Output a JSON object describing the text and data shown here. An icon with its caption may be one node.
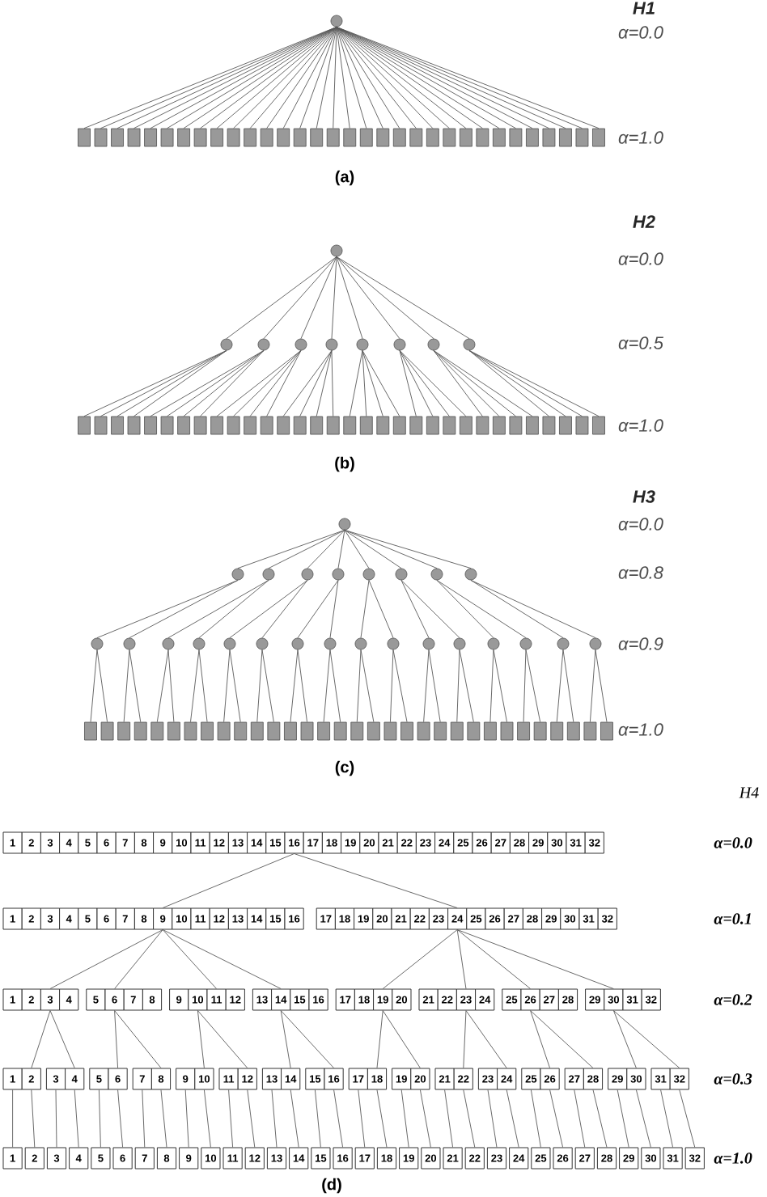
{
  "diagram": {
    "nodes": [
      {
        "text": [],
        "shape": "circle"
      },
      {
        "text": [],
        "shape": "box"
      },
      {
        "text": [],
        "shape": "box"
      },
      {
        "text": [],
        "shape": "box"
      },
      {
        "text": [],
        "shape": "box"
      },
      {
        "text": [],
        "shape": "box"
      },
      {
        "text": [],
        "shape": "box"
      },
      {
        "text": [],
        "shape": "box"
      },
      {
        "text": [],
        "shape": "box"
      },
      {
        "text": [],
        "shape": "box"
      },
      {
        "text": [],
        "shape": "box"
      },
      {
        "text": [],
        "shape": "box"
      },
      {
        "text": [],
        "shape": "box"
      },
      {
        "text": [],
        "shape": "box"
      },
      {
        "text": [],
        "shape": "box"
      },
      {
        "text": [],
        "shape": "box"
      },
      {
        "text": [],
        "shape": "box"
      },
      {
        "text": [],
        "shape": "box"
      },
      {
        "text": [],
        "shape": "box"
      },
      {
        "text": [],
        "shape": "box"
      },
      {
        "text": [],
        "shape": "box"
      },
      {
        "text": [],
        "shape": "box"
      },
      {
        "text": [],
        "shape": "box"
      },
      {
        "text": [],
        "shape": "box"
      },
      {
        "text": [],
        "shape": "box"
      },
      {
        "text": [],
        "shape": "box"
      },
      {
        "text": [],
        "shape": "box"
      },
      {
        "text": [],
        "shape": "box"
      },
      {
        "text": [],
        "shape": "box"
      },
      {
        "text": [],
        "shape": "box"
      },
      {
        "text": [],
        "shape": "box"
      },
      {
        "text": [],
        "shape": "box"
      },
      {
        "text": [],
        "shape": "box"
      },
      {
        "text": [],
        "shape": "circle"
      },
      {
        "text": [],
        "shape": "circle"
      },
      {
        "text": [],
        "shape": "circle"
      },
      {
        "text": [],
        "shape": "circle"
      },
      {
        "text": [],
        "shape": "circle"
      },
      {
        "text": [],
        "shape": "circle"
      },
      {
        "text": [],
        "shape": "circle"
      },
      {
        "text": [],
        "shape": "circle"
      },
      {
        "text": [],
        "shape": "circle"
      },
      {
        "text": [],
        "shape": "box"
      },
      {
        "text": [],
        "shape": "box"
      },
      {
        "text": [],
        "shape": "box"
      },
      {
        "text": [],
        "shape": "box"
      },
      {
        "text": [],
        "shape": "box"
      },
      {
        "text": [],
        "shape": "box"
      },
      {
        "text": [],
        "shape": "box"
      },
      {
        "text": [],
        "shape": "box"
      },
      {
        "text": [],
        "shape": "box"
      },
      {
        "text": [],
        "shape": "box"
      },
      {
        "text": [],
        "shape": "box"
      },
      {
        "text": [],
        "shape": "box"
      },
      {
        "text": [],
        "shape": "box"
      },
      {
        "text": [],
        "shape": "box"
      },
      {
        "text": [],
        "shape": "box"
      },
      {
        "text": [],
        "shape": "box"
      },
      {
        "text": [],
        "shape": "box"
      },
      {
        "text": [],
        "shape": "box"
      },
      {
        "text": [],
        "shape": "box"
      },
      {
        "text": [],
        "shape": "box"
      },
      {
        "text": [],
        "shape": "box"
      },
      {
        "text": [],
        "shape": "box"
      },
      {
        "text": [],
        "shape": "box"
      },
      {
        "text": [],
        "shape": "box"
      },
      {
        "text": [],
        "shape": "box"
      },
      {
        "text": [],
        "shape": "box"
      },
      {
        "text": [],
        "shape": "box"
      },
      {
        "text": [],
        "shape": "box"
      },
      {
        "text": [],
        "shape": "box"
      },
      {
        "text": [],
        "shape": "box"
      },
      {
        "text": [],
        "shape": "box"
      },
      {
        "text": [],
        "shape": "box"
      },
      {
        "text": [],
        "shape": "circle"
      },
      {
        "text": [],
        "shape": "circle"
      },
      {
        "text": [],
        "shape": "circle"
      },
      {
        "text": [],
        "shape": "circle"
      },
      {
        "text": [],
        "shape": "circle"
      },
      {
        "text": [],
        "shape": "circle"
      },
      {
        "text": [],
        "shape": "circle"
      },
      {
        "text": [],
        "shape": "circle"
      },
      {
        "text": [],
        "shape": "circle"
      },
      {
        "text": [],
        "shape": "circle"
      },
      {
        "text": [],
        "shape": "circle"
      },
      {
        "text": [],
        "shape": "circle"
      },
      {
        "text": [],
        "shape": "circle"
      },
      {
        "text": [],
        "shape": "circle"
      },
      {
        "text": [],
        "shape": "circle"
      },
      {
        "text": [],
        "shape": "circle"
      },
      {
        "text": [],
        "shape": "circle"
      },
      {
        "text": [],
        "shape": "circle"
      },
      {
        "text": [],
        "shape": "circle"
      },
      {
        "text": [],
        "shape": "circle"
      },
      {
        "text": [],
        "shape": "circle"
      },
      {
        "text": [],
        "shape": "circle"
      },
      {
        "text": [],
        "shape": "circle"
      },
      {
        "text": [],
        "shape": "circle"
      },
      {
        "text": [],
        "shape": "circle"
      },
      {
        "text": [],
        "shape": "box"
      },
      {
        "text": [],
        "shape": "box"
      },
      {
        "text": [],
        "shape": "box"
      },
      {
        "text": [],
        "shape": "box"
      },
      {
        "text": [],
        "shape": "box"
      },
      {
        "text": [],
        "shape": "box"
      },
      {
        "text": [],
        "shape": "box"
      },
      {
        "text": [],
        "shape": "box"
      },
      {
        "text": [],
        "shape": "box"
      },
      {
        "text": [],
        "shape": "box"
      },
      {
        "text": [],
        "shape": "box"
      },
      {
        "text": [],
        "shape": "box"
      },
      {
        "text": [],
        "shape": "box"
      },
      {
        "text": [],
        "shape": "box"
      },
      {
        "text": [],
        "shape": "box"
      },
      {
        "text": [],
        "shape": "box"
      },
      {
        "text": [],
        "shape": "box"
      },
      {
        "text": [],
        "shape": "box"
      },
      {
        "text": [],
        "shape": "box"
      },
      {
        "text": [],
        "shape": "box"
      },
      {
        "text": [],
        "shape": "box"
      },
      {
        "text": [],
        "shape": "box"
      },
      {
        "text": [],
        "shape": "box"
      },
      {
        "text": [],
        "shape": "box"
      },
      {
        "text": [],
        "shape": "box"
      },
      {
        "text": [],
        "shape": "box"
      },
      {
        "text": [],
        "shape": "box"
      },
      {
        "text": [],
        "shape": "box"
      },
      {
        "text": [],
        "shape": "box"
      },
      {
        "text": [],
        "shape": "box"
      },
      {
        "text": [],
        "shape": "box"
      },
      {
        "text": [],
        "shape": "box"
      },
      {
        "text": [
          "1"
        ]
      },
      {
        "text": [
          "2"
        ]
      },
      {
        "text": [
          "3"
        ]
      },
      {
        "text": [
          "4"
        ]
      },
      {
        "text": [
          "5"
        ]
      },
      {
        "text": [
          "6"
        ]
      },
      {
        "text": [
          "7"
        ]
      },
      {
        "text": [
          "8"
        ]
      },
      {
        "text": [
          "9"
        ]
      },
      {
        "text": [
          "10"
        ]
      },
      {
        "text": [
          "11"
        ]
      },
      {
        "text": [
          "12"
        ]
      },
      {
        "text": [
          "13"
        ]
      },
      {
        "text": [
          "14"
        ]
      },
      {
        "text": [
          "15"
        ]
      },
      {
        "text": [
          "16"
        ]
      },
      {
        "text": [
          "17"
        ]
      },
      {
        "text": [
          "18"
        ]
      },
      {
        "text": [
          "19"
        ]
      },
      {
        "text": [
          "20"
        ]
      },
      {
        "text": [
          "21"
        ]
      },
      {
        "text": [
          "22"
        ]
      },
      {
        "text": [
          "23"
        ]
      },
      {
        "text": [
          "24"
        ]
      },
      {
        "text": [
          "25"
        ]
      },
      {
        "text": [
          "26"
        ]
      },
      {
        "text": [
          "27"
        ]
      },
      {
        "text": [
          "28"
        ]
      },
      {
        "text": [
          "29"
        ]
      },
      {
        "text": [
          "30"
        ]
      },
      {
        "text": [
          "31"
        ]
      },
      {
        "text": [
          "32"
        ]
      },
      {
        "text": [
          "1"
        ]
      },
      {
        "text": [
          "2"
        ]
      },
      {
        "text": [
          "3"
        ]
      },
      {
        "text": [
          "4"
        ]
      },
      {
        "text": [
          "5"
        ]
      },
      {
        "text": [
          "6"
        ]
      },
      {
        "text": [
          "7"
        ]
      },
      {
        "text": [
          "8"
        ]
      },
      {
        "text": [
          "9"
        ]
      },
      {
        "text": [
          "10"
        ]
      },
      {
        "text": [
          "11"
        ]
      },
      {
        "text": [
          "12"
        ]
      },
      {
        "text": [
          "13"
        ]
      },
      {
        "text": [
          "14"
        ]
      },
      {
        "text": [
          "15"
        ]
      },
      {
        "text": [
          "16"
        ]
      },
      {
        "text": [
          "17"
        ]
      },
      {
        "text": [
          "18"
        ]
      },
      {
        "text": [
          "19"
        ]
      },
      {
        "text": [
          "20"
        ]
      },
      {
        "text": [
          "21"
        ]
      },
      {
        "text": [
          "22"
        ]
      },
      {
        "text": [
          "23"
        ]
      },
      {
        "text": [
          "24"
        ]
      },
      {
        "text": [
          "25"
        ]
      },
      {
        "text": [
          "26"
        ]
      },
      {
        "text": [
          "27"
        ]
      },
      {
        "text": [
          "28"
        ]
      },
      {
        "text": [
          "29"
        ]
      },
      {
        "text": [
          "30"
        ]
      },
      {
        "text": [
          "31"
        ]
      },
      {
        "text": [
          "32"
        ]
      },
      {
        "text": [
          "1"
        ]
      },
      {
        "text": [
          "2"
        ]
      },
      {
        "text": [
          "3"
        ]
      },
      {
        "text": [
          "4"
        ]
      },
      {
        "text": [
          "5"
        ]
      },
      {
        "text": [
          "6"
        ]
      },
      {
        "text": [
          "7"
        ]
      },
      {
        "text": [
          "8"
        ]
      },
      {
        "text": [
          "9"
        ]
      },
      {
        "text": [
          "10"
        ]
      },
      {
        "text": [
          "11"
        ]
      },
      {
        "text": [
          "12"
        ]
      },
      {
        "text": [
          "13"
        ]
      },
      {
        "text": [
          "14"
        ]
      },
      {
        "text": [
          "15"
        ]
      },
      {
        "text": [
          "16"
        ]
      },
      {
        "text": [
          "17"
        ]
      },
      {
        "text": [
          "18"
        ]
      },
      {
        "text": [
          "19"
        ]
      },
      {
        "text": [
          "20"
        ]
      },
      {
        "text": [
          "21"
        ]
      },
      {
        "text": [
          "22"
        ]
      },
      {
        "text": [
          "23"
        ]
      },
      {
        "text": [
          "24"
        ]
      },
      {
        "text": [
          "25"
        ]
      },
      {
        "text": [
          "26"
        ]
      },
      {
        "text": [
          "27"
        ]
      },
      {
        "text": [
          "28"
        ]
      },
      {
        "text": [
          "29"
        ]
      },
      {
        "text": [
          "30"
        ]
      },
      {
        "text": [
          "31"
        ]
      },
      {
        "text": [
          "32"
        ]
      },
      {
        "text": [
          "1"
        ]
      },
      {
        "text": [
          "2"
        ]
      },
      {
        "text": [
          "3"
        ]
      },
      {
        "text": [
          "4"
        ]
      },
      {
        "text": [
          "5"
        ]
      },
      {
        "text": [
          "6"
        ]
      },
      {
        "text": [
          "7"
        ]
      },
      {
        "text": [
          "8"
        ]
      },
      {
        "text": [
          "9"
        ]
      },
      {
        "text": [
          "10"
        ]
      },
      {
        "text": [
          "11"
        ]
      },
      {
        "text": [
          "12"
        ]
      },
      {
        "text": [
          "13"
        ]
      },
      {
        "text": [
          "14"
        ]
      },
      {
        "text": [
          "15"
        ]
      },
      {
        "text": [
          "16"
        ]
      },
      {
        "text": [
          "17"
        ]
      },
      {
        "text": [
          "18"
        ]
      },
      {
        "text": [
          "19"
        ]
      },
      {
        "text": [
          "20"
        ]
      },
      {
        "text": [
          "21"
        ]
      },
      {
        "text": [
          "22"
        ]
      },
      {
        "text": [
          "23"
        ]
      },
      {
        "text": [
          "24"
        ]
      },
      {
        "text": [
          "25"
        ]
      },
      {
        "text": [
          "26"
        ]
      },
      {
        "text": [
          "27"
        ]
      },
      {
        "text": [
          "28"
        ]
      },
      {
        "text": [
          "29"
        ]
      },
      {
        "text": [
          "30"
        ]
      },
      {
        "text": [
          "31"
        ]
      },
      {
        "text": [
          "32"
        ]
      },
      {
        "text": [
          "1"
        ]
      },
      {
        "text": [
          "2"
        ]
      },
      {
        "text": [
          "3"
        ]
      },
      {
        "text": [
          "4"
        ]
      },
      {
        "text": [
          "5"
        ]
      },
      {
        "text": [
          "6"
        ]
      },
      {
        "text": [
          "7"
        ]
      },
      {
        "text": [
          "8"
        ]
      },
      {
        "text": [
          "9"
        ]
      },
      {
        "text": [
          "10"
        ]
      },
      {
        "text": [
          "11"
        ]
      },
      {
        "text": [
          "12"
        ]
      },
      {
        "text": [
          "13"
        ]
      },
      {
        "text": [
          "14"
        ]
      },
      {
        "text": [
          "15"
        ]
      },
      {
        "text": [
          "16"
        ]
      },
      {
        "text": [
          "17"
        ]
      },
      {
        "text": [
          "18"
        ]
      },
      {
        "text": [
          "19"
        ]
      },
      {
        "text": [
          "20"
        ]
      },
      {
        "text": [
          "21"
        ]
      },
      {
        "text": [
          "22"
        ]
      },
      {
        "text": [
          "23"
        ]
      },
      {
        "text": [
          "24"
        ]
      },
      {
        "text": [
          "25"
        ]
      },
      {
        "text": [
          "26"
        ]
      },
      {
        "text": [
          "27"
        ]
      },
      {
        "text": [
          "28"
        ]
      },
      {
        "text": [
          "29"
        ]
      },
      {
        "text": [
          "30"
        ]
      },
      {
        "text": [
          "31"
        ]
      },
      {
        "text": [
          "32"
        ]
      }
    ],
    "edges": [
      {
        "from": 0,
        "to": 1,
        "arrow": "none"
      },
      {
        "from": 0,
        "to": 2,
        "arrow": "none"
      },
      {
        "from": 0,
        "to": 3,
        "arrow": "none"
      },
      {
        "from": 0,
        "to": 4,
        "arrow": "none"
      },
      {
        "from": 0,
        "to": 5,
        "arrow": "none"
      },
      {
        "from": 0,
        "to": 6,
        "arrow": "none"
      },
      {
        "from": 0,
        "to": 7,
        "arrow": "none"
      },
      {
        "from": 0,
        "to": 8,
        "arrow": "none"
      },
      {
        "from": 0,
        "to": 9,
        "arrow": "none"
      },
      {
        "from": 0,
        "to": 10,
        "arrow": "none"
      },
      {
        "from": 0,
        "to": 11,
        "arrow": "none"
      },
      {
        "from": 0,
        "to": 12,
        "arrow": "none"
      },
      {
        "from": 0,
        "to": 13,
        "arrow": "none"
      },
      {
        "from": 0,
        "to": 14,
        "arrow": "none"
      },
      {
        "from": 0,
        "to": 15,
        "arrow": "none"
      },
      {
        "from": 0,
        "to": 16,
        "arrow": "none"
      },
      {
        "from": 0,
        "to": 17,
        "arrow": "none"
      },
      {
        "from": 0,
        "to": 18,
        "arrow": "none"
      },
      {
        "from": 0,
        "to": 19,
        "arrow": "none"
      },
      {
        "from": 0,
        "to": 20,
        "arrow": "none"
      },
      {
        "from": 0,
        "to": 21,
        "arrow": "none"
      },
      {
        "from": 0,
        "to": 22,
        "arrow": "none"
      },
      {
        "from": 0,
        "to": 23,
        "arrow": "none"
      },
      {
        "from": 0,
        "to": 24,
        "arrow": "none"
      },
      {
        "from": 0,
        "to": 25,
        "arrow": "none"
      },
      {
        "from": 0,
        "to": 26,
        "arrow": "none"
      },
      {
        "from": 0,
        "to": 27,
        "arrow": "none"
      },
      {
        "from": 0,
        "to": 28,
        "arrow": "none"
      },
      {
        "from": 0,
        "to": 29,
        "arrow": "none"
      },
      {
        "from": 0,
        "to": 30,
        "arrow": "none"
      },
      {
        "from": 0,
        "to": 31,
        "arrow": "none"
      },
      {
        "from": 0,
        "to": 32,
        "arrow": "none"
      },
      {
        "from": 33,
        "to": 34,
        "arrow": "none"
      },
      {
        "from": 33,
        "to": 35,
        "arrow": "none"
      },
      {
        "from": 33,
        "to": 36,
        "arrow": "none"
      },
      {
        "from": 33,
        "to": 37,
        "arrow": "none"
      },
      {
        "from": 33,
        "to": 38,
        "arrow": "none"
      },
      {
        "from": 33,
        "to": 39,
        "arrow": "none"
      },
      {
        "from": 33,
        "to": 40,
        "arrow": "none"
      },
      {
        "from": 33,
        "to": 41,
        "arrow": "none"
      },
      {
        "from": 34,
        "to": 42,
        "arrow": "none"
      },
      {
        "from": 34,
        "to": 43,
        "arrow": "none"
      },
      {
        "from": 34,
        "to": 44,
        "arrow": "none"
      },
      {
        "from": 34,
        "to": 45,
        "arrow": "none"
      },
      {
        "from": 35,
        "to": 46,
        "arrow": "none"
      },
      {
        "from": 35,
        "to": 47,
        "arrow": "none"
      },
      {
        "from": 35,
        "to": 48,
        "arrow": "none"
      },
      {
        "from": 35,
        "to": 49,
        "arrow": "none"
      },
      {
        "from": 36,
        "to": 50,
        "arrow": "none"
      },
      {
        "from": 36,
        "to": 51,
        "arrow": "none"
      },
      {
        "from": 36,
        "to": 52,
        "arrow": "none"
      },
      {
        "from": 36,
        "to": 53,
        "arrow": "none"
      },
      {
        "from": 37,
        "to": 54,
        "arrow": "none"
      },
      {
        "from": 37,
        "to": 55,
        "arrow": "none"
      },
      {
        "from": 37,
        "to": 56,
        "arrow": "none"
      },
      {
        "from": 37,
        "to": 57,
        "arrow": "none"
      },
      {
        "from": 38,
        "to": 58,
        "arrow": "none"
      },
      {
        "from": 38,
        "to": 59,
        "arrow": "none"
      },
      {
        "from": 38,
        "to": 60,
        "arrow": "none"
      },
      {
        "from": 38,
        "to": 61,
        "arrow": "none"
      },
      {
        "from": 39,
        "to": 62,
        "arrow": "none"
      },
      {
        "from": 39,
        "to": 63,
        "arrow": "none"
      },
      {
        "from": 39,
        "to": 64,
        "arrow": "none"
      },
      {
        "from": 39,
        "to": 65,
        "arrow": "none"
      },
      {
        "from": 40,
        "to": 66,
        "arrow": "none"
      },
      {
        "from": 40,
        "to": 67,
        "arrow": "none"
      },
      {
        "from": 40,
        "to": 68,
        "arrow": "none"
      },
      {
        "from": 40,
        "to": 69,
        "arrow": "none"
      },
      {
        "from": 41,
        "to": 70,
        "arrow": "none"
      },
      {
        "from": 41,
        "to": 71,
        "arrow": "none"
      },
      {
        "from": 41,
        "to": 72,
        "arrow": "none"
      },
      {
        "from": 41,
        "to": 73,
        "arrow": "none"
      },
      {
        "from": 74,
        "to": 75,
        "arrow": "none"
      },
      {
        "from": 74,
        "to": 76,
        "arrow": "none"
      },
      {
        "from": 74,
        "to": 77,
        "arrow": "none"
      },
      {
        "from": 74,
        "to": 78,
        "arrow": "none"
      },
      {
        "from": 74,
        "to": 79,
        "arrow": "none"
      },
      {
        "from": 74,
        "to": 80,
        "arrow": "none"
      },
      {
        "from": 74,
        "to": 81,
        "arrow": "none"
      },
      {
        "from": 74,
        "to": 82,
        "arrow": "none"
      },
      {
        "from": 75,
        "to": 83,
        "arrow": "none"
      },
      {
        "from": 75,
        "to": 84,
        "arrow": "none"
      },
      {
        "from": 76,
        "to": 85,
        "arrow": "none"
      },
      {
        "from": 76,
        "to": 86,
        "arrow": "none"
      },
      {
        "from": 77,
        "to": 87,
        "arrow": "none"
      },
      {
        "from": 77,
        "to": 88,
        "arrow": "none"
      },
      {
        "from": 78,
        "to": 89,
        "arrow": "none"
      },
      {
        "from": 78,
        "to": 90,
        "arrow": "none"
      },
      {
        "from": 79,
        "to": 91,
        "arrow": "none"
      },
      {
        "from": 79,
        "to": 92,
        "arrow": "none"
      },
      {
        "from": 80,
        "to": 93,
        "arrow": "none"
      },
      {
        "from": 80,
        "to": 94,
        "arrow": "none"
      },
      {
        "from": 81,
        "to": 95,
        "arrow": "none"
      },
      {
        "from": 81,
        "to": 96,
        "arrow": "none"
      },
      {
        "from": 82,
        "to": 97,
        "arrow": "none"
      },
      {
        "from": 82,
        "to": 98,
        "arrow": "none"
      },
      {
        "from": 83,
        "to": 99,
        "arrow": "none"
      },
      {
        "from": 83,
        "to": 100,
        "arrow": "none"
      },
      {
        "from": 84,
        "to": 101,
        "arrow": "none"
      },
      {
        "from": 84,
        "to": 102,
        "arrow": "none"
      },
      {
        "from": 85,
        "to": 103,
        "arrow": "none"
      },
      {
        "from": 85,
        "to": 104,
        "arrow": "none"
      },
      {
        "from": 86,
        "to": 105,
        "arrow": "none"
      },
      {
        "from": 86,
        "to": 106,
        "arrow": "none"
      },
      {
        "from": 87,
        "to": 107,
        "arrow": "none"
      },
      {
        "from": 87,
        "to": 108,
        "arrow": "none"
      },
      {
        "from": 88,
        "to": 109,
        "arrow": "none"
      },
      {
        "from": 88,
        "to": 110,
        "arrow": "none"
      },
      {
        "from": 89,
        "to": 111,
        "arrow": "none"
      },
      {
        "from": 89,
        "to": 112,
        "arrow": "none"
      },
      {
        "from": 90,
        "to": 113,
        "arrow": "none"
      },
      {
        "from": 90,
        "to": 114,
        "arrow": "none"
      },
      {
        "from": 91,
        "to": 115,
        "arrow": "none"
      },
      {
        "from": 91,
        "to": 116,
        "arrow": "none"
      },
      {
        "from": 92,
        "to": 117,
        "arrow": "none"
      },
      {
        "from": 92,
        "to": 118,
        "arrow": "none"
      },
      {
        "from": 93,
        "to": 119,
        "arrow": "none"
      },
      {
        "from": 93,
        "to": 120,
        "arrow": "none"
      },
      {
        "from": 94,
        "to": 121,
        "arrow": "none"
      },
      {
        "from": 94,
        "to": 122,
        "arrow": "none"
      },
      {
        "from": 95,
        "to": 123,
        "arrow": "none"
      },
      {
        "from": 95,
        "to": 124,
        "arrow": "none"
      },
      {
        "from": 96,
        "to": 125,
        "arrow": "none"
      },
      {
        "from": 96,
        "to": 126,
        "arrow": "none"
      },
      {
        "from": 97,
        "to": 127,
        "arrow": "none"
      },
      {
        "from": 97,
        "to": 128,
        "arrow": "none"
      },
      {
        "from": 98,
        "to": 129,
        "arrow": "none"
      },
      {
        "from": 98,
        "to": 130,
        "arrow": "none"
      },
      {
        "from": 146,
        "to": 171,
        "arrow": "none"
      },
      {
        "from": 146,
        "to": 186,
        "arrow": "none"
      },
      {
        "from": 171,
        "to": 197,
        "arrow": "none"
      },
      {
        "from": 171,
        "to": 200,
        "arrow": "none"
      },
      {
        "from": 171,
        "to": 205,
        "arrow": "none"
      },
      {
        "from": 171,
        "to": 208,
        "arrow": "none"
      },
      {
        "from": 186,
        "to": 213,
        "arrow": "none"
      },
      {
        "from": 186,
        "to": 217,
        "arrow": "none"
      },
      {
        "from": 186,
        "to": 220,
        "arrow": "none"
      },
      {
        "from": 186,
        "to": 224,
        "arrow": "none"
      },
      {
        "from": 197,
        "to": 228,
        "arrow": "none"
      },
      {
        "from": 197,
        "to": 230,
        "arrow": "none"
      },
      {
        "from": 200,
        "to": 232,
        "arrow": "none"
      },
      {
        "from": 200,
        "to": 234,
        "arrow": "none"
      },
      {
        "from": 204,
        "to": 236,
        "arrow": "none"
      },
      {
        "from": 204,
        "to": 238,
        "arrow": "none"
      },
      {
        "from": 208,
        "to": 240,
        "arrow": "none"
      },
      {
        "from": 208,
        "to": 242,
        "arrow": "none"
      },
      {
        "from": 213,
        "to": 244,
        "arrow": "none"
      },
      {
        "from": 213,
        "to": 246,
        "arrow": "none"
      },
      {
        "from": 217,
        "to": 248,
        "arrow": "none"
      },
      {
        "from": 217,
        "to": 250,
        "arrow": "none"
      },
      {
        "from": 220,
        "to": 252,
        "arrow": "none"
      },
      {
        "from": 220,
        "to": 254,
        "arrow": "none"
      },
      {
        "from": 224,
        "to": 256,
        "arrow": "none"
      },
      {
        "from": 224,
        "to": 258,
        "arrow": "none"
      },
      {
        "from": 227,
        "to": 259,
        "arrow": "none"
      },
      {
        "from": 228,
        "to": 260,
        "arrow": "none"
      },
      {
        "from": 229,
        "to": 261,
        "arrow": "none"
      },
      {
        "from": 230,
        "to": 262,
        "arrow": "none"
      },
      {
        "from": 231,
        "to": 263,
        "arrow": "none"
      },
      {
        "from": 232,
        "to": 264,
        "arrow": "none"
      },
      {
        "from": 233,
        "to": 265,
        "arrow": "none"
      },
      {
        "from": 234,
        "to": 266,
        "arrow": "none"
      },
      {
        "from": 235,
        "to": 267,
        "arrow": "none"
      },
      {
        "from": 236,
        "to": 268,
        "arrow": "none"
      },
      {
        "from": 237,
        "to": 269,
        "arrow": "none"
      },
      {
        "from": 238,
        "to": 270,
        "arrow": "none"
      },
      {
        "from": 239,
        "to": 271,
        "arrow": "none"
      },
      {
        "from": 240,
        "to": 272,
        "arrow": "none"
      },
      {
        "from": 241,
        "to": 273,
        "arrow": "none"
      },
      {
        "from": 242,
        "to": 274,
        "arrow": "none"
      },
      {
        "from": 243,
        "to": 275,
        "arrow": "none"
      },
      {
        "from": 244,
        "to": 276,
        "arrow": "none"
      },
      {
        "from": 245,
        "to": 277,
        "arrow": "none"
      },
      {
        "from": 246,
        "to": 278,
        "arrow": "none"
      },
      {
        "from": 247,
        "to": 279,
        "arrow": "none"
      },
      {
        "from": 248,
        "to": 280,
        "arrow": "none"
      },
      {
        "from": 249,
        "to": 281,
        "arrow": "none"
      },
      {
        "from": 250,
        "to": 282,
        "arrow": "none"
      },
      {
        "from": 251,
        "to": 283,
        "arrow": "none"
      },
      {
        "from": 252,
        "to": 284,
        "arrow": "none"
      },
      {
        "from": 253,
        "to": 285,
        "arrow": "none"
      },
      {
        "from": 254,
        "to": 286,
        "arrow": "none"
      },
      {
        "from": 255,
        "to": 287,
        "arrow": "none"
      },
      {
        "from": 256,
        "to": 288,
        "arrow": "none"
      },
      {
        "from": 257,
        "to": 289,
        "arrow": "none"
      },
      {
        "from": 258,
        "to": 290,
        "arrow": "none"
      }
    ],
    "labels": [
      "H1",
      "α=0.0",
      "α=1.0",
      "(a)",
      "H2",
      "α=0.0",
      "α=0.5",
      "α=1.0",
      "(b)",
      "H3",
      "α=0.0",
      "α=0.8",
      "α=0.9",
      "α=1.0",
      "(c)",
      "H4",
      "α=0.0",
      "α=0.1",
      "α=0.2",
      "α=0.3",
      "α=1.0",
      "(d)"
    ]
  }
}
